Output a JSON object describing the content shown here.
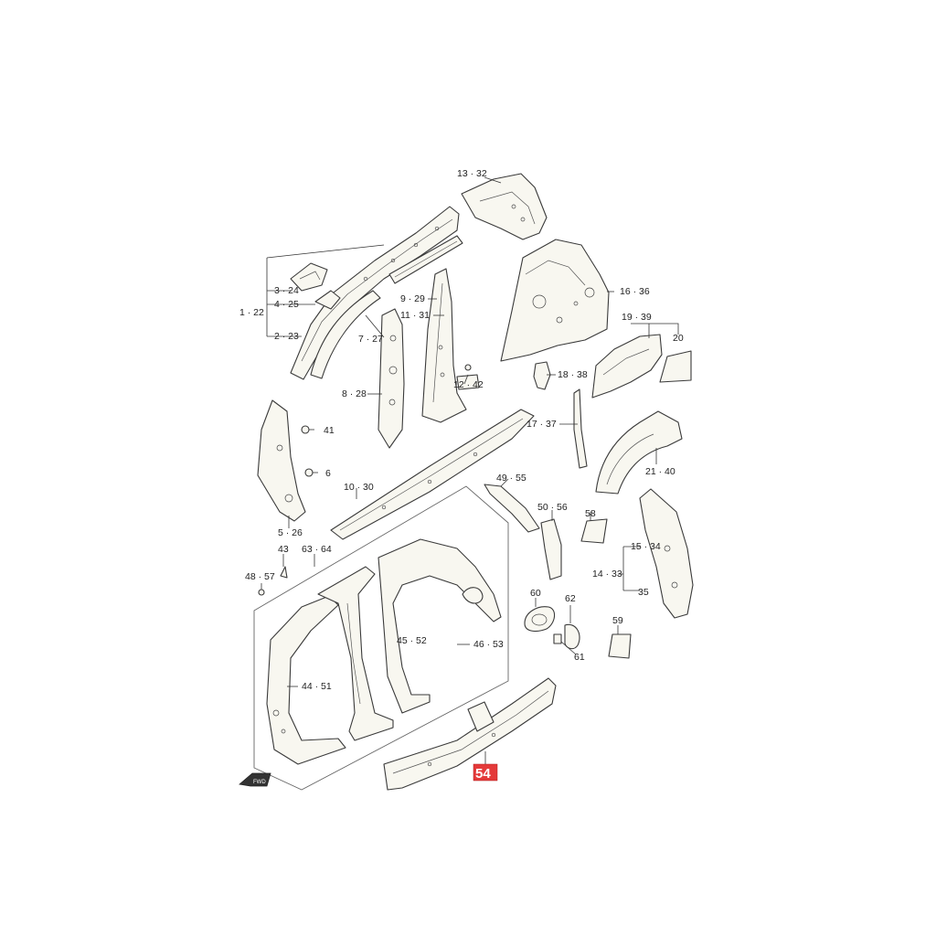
{
  "labels": {
    "l_13_32": "13 · 32",
    "l_3_24": "3 · 24",
    "l_4_25": "4 · 25",
    "l_1_22": "1 · 22",
    "l_2_23": "2 · 23",
    "l_9_29": "9 · 29",
    "l_11_31": "11 · 31",
    "l_7_27": "7 · 27",
    "l_16_36": "16 · 36",
    "l_19_39": "19 · 39",
    "l_20": "20",
    "l_18_38": "18 · 38",
    "l_12_42": "12 · 42",
    "l_8_28": "8 · 28",
    "l_41": "41",
    "l_17_37": "17 · 37",
    "l_6": "6",
    "l_21_40": "21 · 40",
    "l_10_30": "10 · 30",
    "l_49_55": "49 · 55",
    "l_50_56": "50 · 56",
    "l_5_26": "5 · 26",
    "l_58": "58",
    "l_43": "43",
    "l_63_64": "63 · 64",
    "l_15_34": "15 · 34",
    "l_14_33": "14 · 33",
    "l_48_57": "48 · 57",
    "l_35": "35",
    "l_60": "60",
    "l_62": "62",
    "l_59": "59",
    "l_45_52": "45 · 52",
    "l_46_53": "46 · 53",
    "l_61": "61",
    "l_44_51": "44 · 51",
    "l_54": "54",
    "fwd": "FWD"
  },
  "highlight_color": "#e43a3a"
}
